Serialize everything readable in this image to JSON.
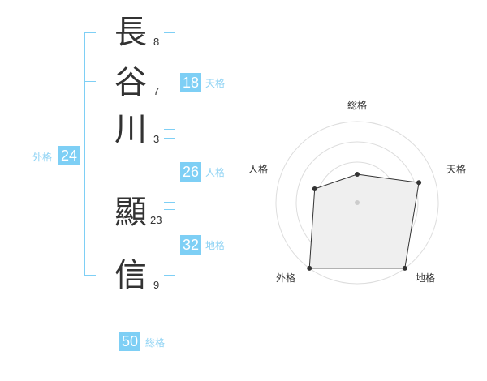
{
  "name": {
    "chars": [
      {
        "char": "長",
        "strokes": "8"
      },
      {
        "char": "谷",
        "strokes": "7"
      },
      {
        "char": "川",
        "strokes": "3"
      },
      {
        "char": "顯",
        "strokes": "23"
      },
      {
        "char": "信",
        "strokes": "9"
      }
    ]
  },
  "scores": {
    "tenkaku": {
      "value": "18",
      "label": "天格"
    },
    "jinkaku": {
      "value": "26",
      "label": "人格"
    },
    "chikaku": {
      "value": "32",
      "label": "地格"
    },
    "gaikaku": {
      "value": "24",
      "label": "外格"
    },
    "soukaku": {
      "value": "50",
      "label": "総格"
    }
  },
  "chart_data": {
    "type": "radar",
    "axes": [
      "総格",
      "天格",
      "地格",
      "外格",
      "人格"
    ],
    "values": [
      0.35,
      0.8,
      1.0,
      1.0,
      0.55
    ],
    "rings": 4,
    "colors": {
      "fill": "#efefef",
      "stroke": "#333333",
      "grid": "#dddddd",
      "accent": "#7ecff5"
    }
  }
}
